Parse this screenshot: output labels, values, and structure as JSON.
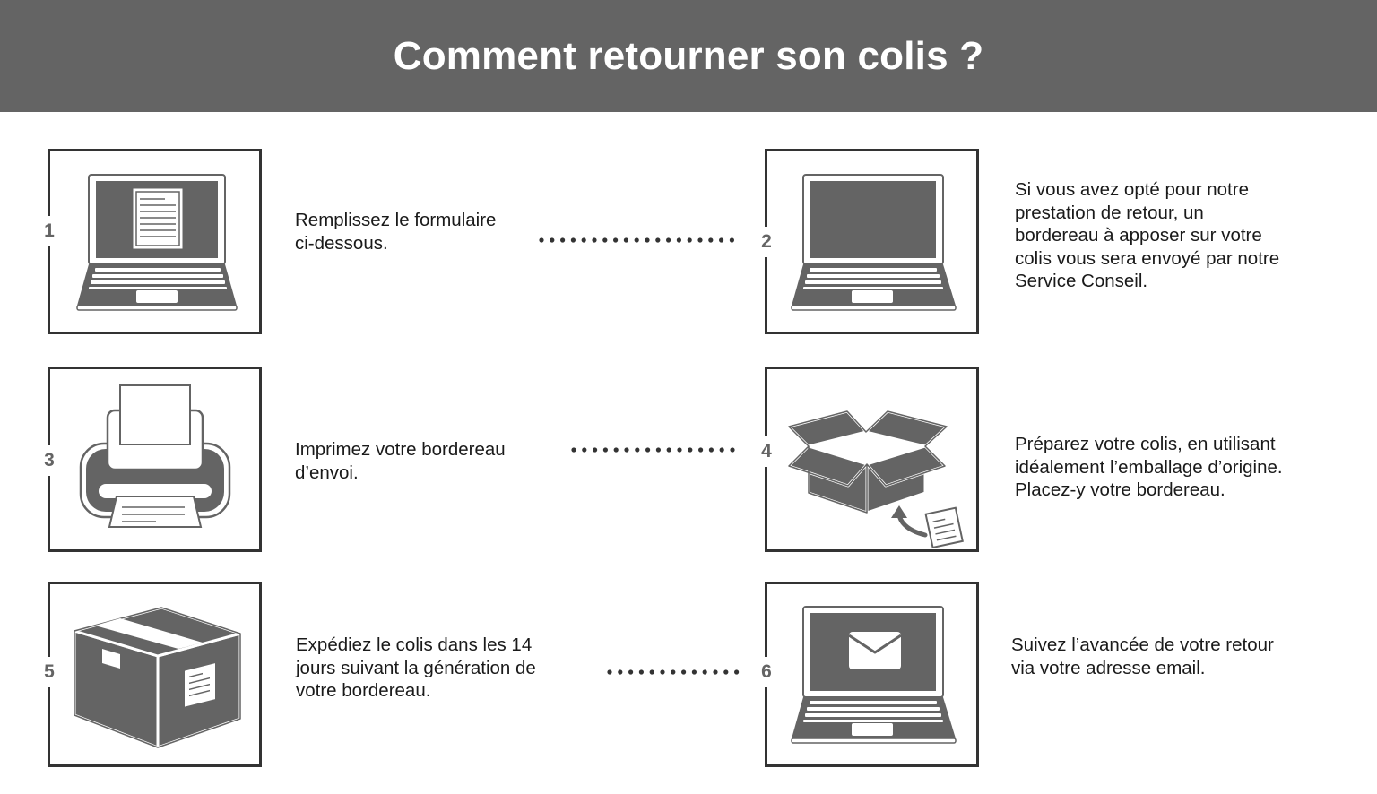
{
  "header": {
    "title": "Comment retourner son colis ?"
  },
  "colors": {
    "header_bg": "#646464",
    "icon_fill": "#646464",
    "frame_border": "#333333",
    "text": "#1a1a1a"
  },
  "steps": [
    {
      "number": "1",
      "icon": "laptop-document-icon",
      "text": "Remplissez le formulaire\nci-dessous."
    },
    {
      "number": "2",
      "icon": "laptop-icon",
      "text": "Si vous avez opté pour notre\nprestation de retour, un\nbordereau à apposer sur votre\ncolis vous sera envoyé par notre\nService Conseil."
    },
    {
      "number": "3",
      "icon": "printer-icon",
      "text": "Imprimez votre bordereau\nd’envoi."
    },
    {
      "number": "4",
      "icon": "open-box-icon",
      "text": "Préparez votre colis, en utilisant\nidéalement l’emballage d’origine.\nPlacez-y votre bordereau."
    },
    {
      "number": "5",
      "icon": "closed-box-icon",
      "text": "Expédiez le colis dans les 14\njours suivant la génération de\nvotre bordereau."
    },
    {
      "number": "6",
      "icon": "laptop-email-icon",
      "text": "Suivez l’avancée de votre retour\nvia votre adresse email."
    }
  ]
}
